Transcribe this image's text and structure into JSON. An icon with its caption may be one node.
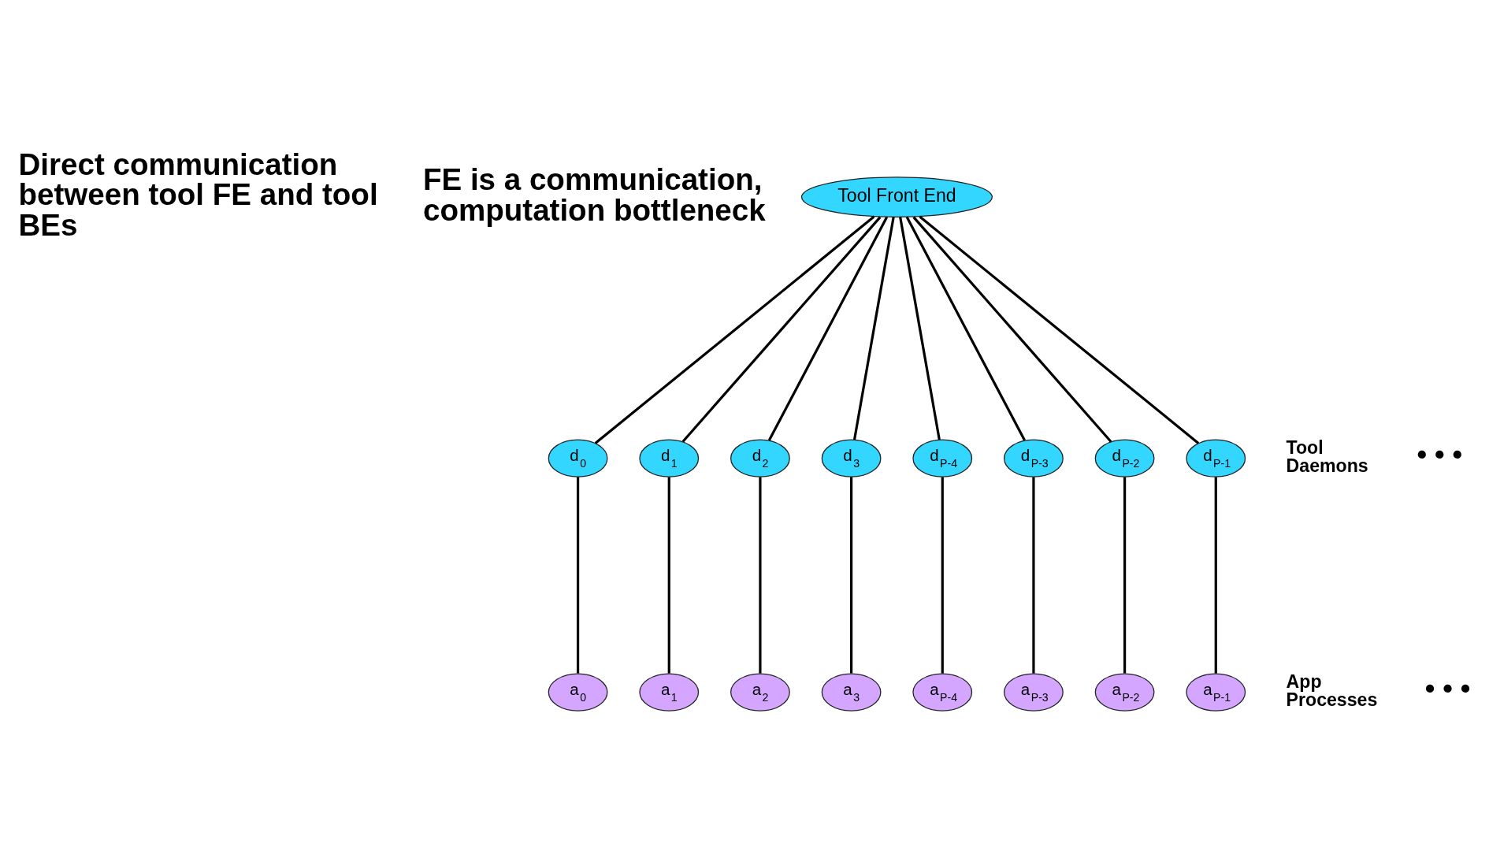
{
  "diagram": {
    "nodes": [
      {
        "text": [
          "Tool Front End"
        ]
      },
      {
        "text": [
          "d$_{0}$"
        ]
      },
      {
        "text": [
          "d$_{1}$"
        ]
      },
      {
        "text": [
          "d$_{2}$"
        ]
      },
      {
        "text": [
          "d$_{3}$"
        ]
      },
      {
        "text": [
          "d$_{P-4}$"
        ]
      },
      {
        "text": [
          "d$_{P-3}$"
        ]
      },
      {
        "text": [
          "d$_{P-2}$"
        ]
      },
      {
        "text": [
          "d$_{P-1}$"
        ]
      },
      {
        "text": [
          "a$_{0}$"
        ]
      },
      {
        "text": [
          "a$_{1}$"
        ]
      },
      {
        "text": [
          "a$_{2}$"
        ]
      },
      {
        "text": [
          "a$_{3}$"
        ]
      },
      {
        "text": [
          "a$_{P-4}$"
        ]
      },
      {
        "text": [
          "a$_{P-3}$"
        ]
      },
      {
        "text": [
          "a$_{P-2}$"
        ]
      },
      {
        "text": [
          "a$_{P-1}$"
        ]
      }
    ],
    "edges": [
      {
        "from": 0,
        "to": 1,
        "arrow": "none"
      },
      {
        "from": 0,
        "to": 2,
        "arrow": "none"
      },
      {
        "from": 0,
        "to": 3,
        "arrow": "none"
      },
      {
        "from": 0,
        "to": 4,
        "arrow": "none"
      },
      {
        "from": 0,
        "to": 5,
        "arrow": "none"
      },
      {
        "from": 0,
        "to": 6,
        "arrow": "none"
      },
      {
        "from": 0,
        "to": 7,
        "arrow": "none"
      },
      {
        "from": 0,
        "to": 8,
        "arrow": "none"
      },
      {
        "from": 1,
        "to": 9,
        "arrow": "none"
      },
      {
        "from": 2,
        "to": 10,
        "arrow": "none"
      },
      {
        "from": 3,
        "to": 11,
        "arrow": "none"
      },
      {
        "from": 4,
        "to": 12,
        "arrow": "none"
      },
      {
        "from": 5,
        "to": 13,
        "arrow": "none"
      },
      {
        "from": 6,
        "to": 14,
        "arrow": "none"
      },
      {
        "from": 7,
        "to": 15,
        "arrow": "none"
      },
      {
        "from": 8,
        "to": 16,
        "arrow": "none"
      }
    ],
    "labels": [
      "Direct communication between tool FE and tool BEs",
      "FE is a communication, computation bottleneck",
      "Tool Daemons",
      "App Processes",
      "• • •",
      "• • •"
    ]
  }
}
